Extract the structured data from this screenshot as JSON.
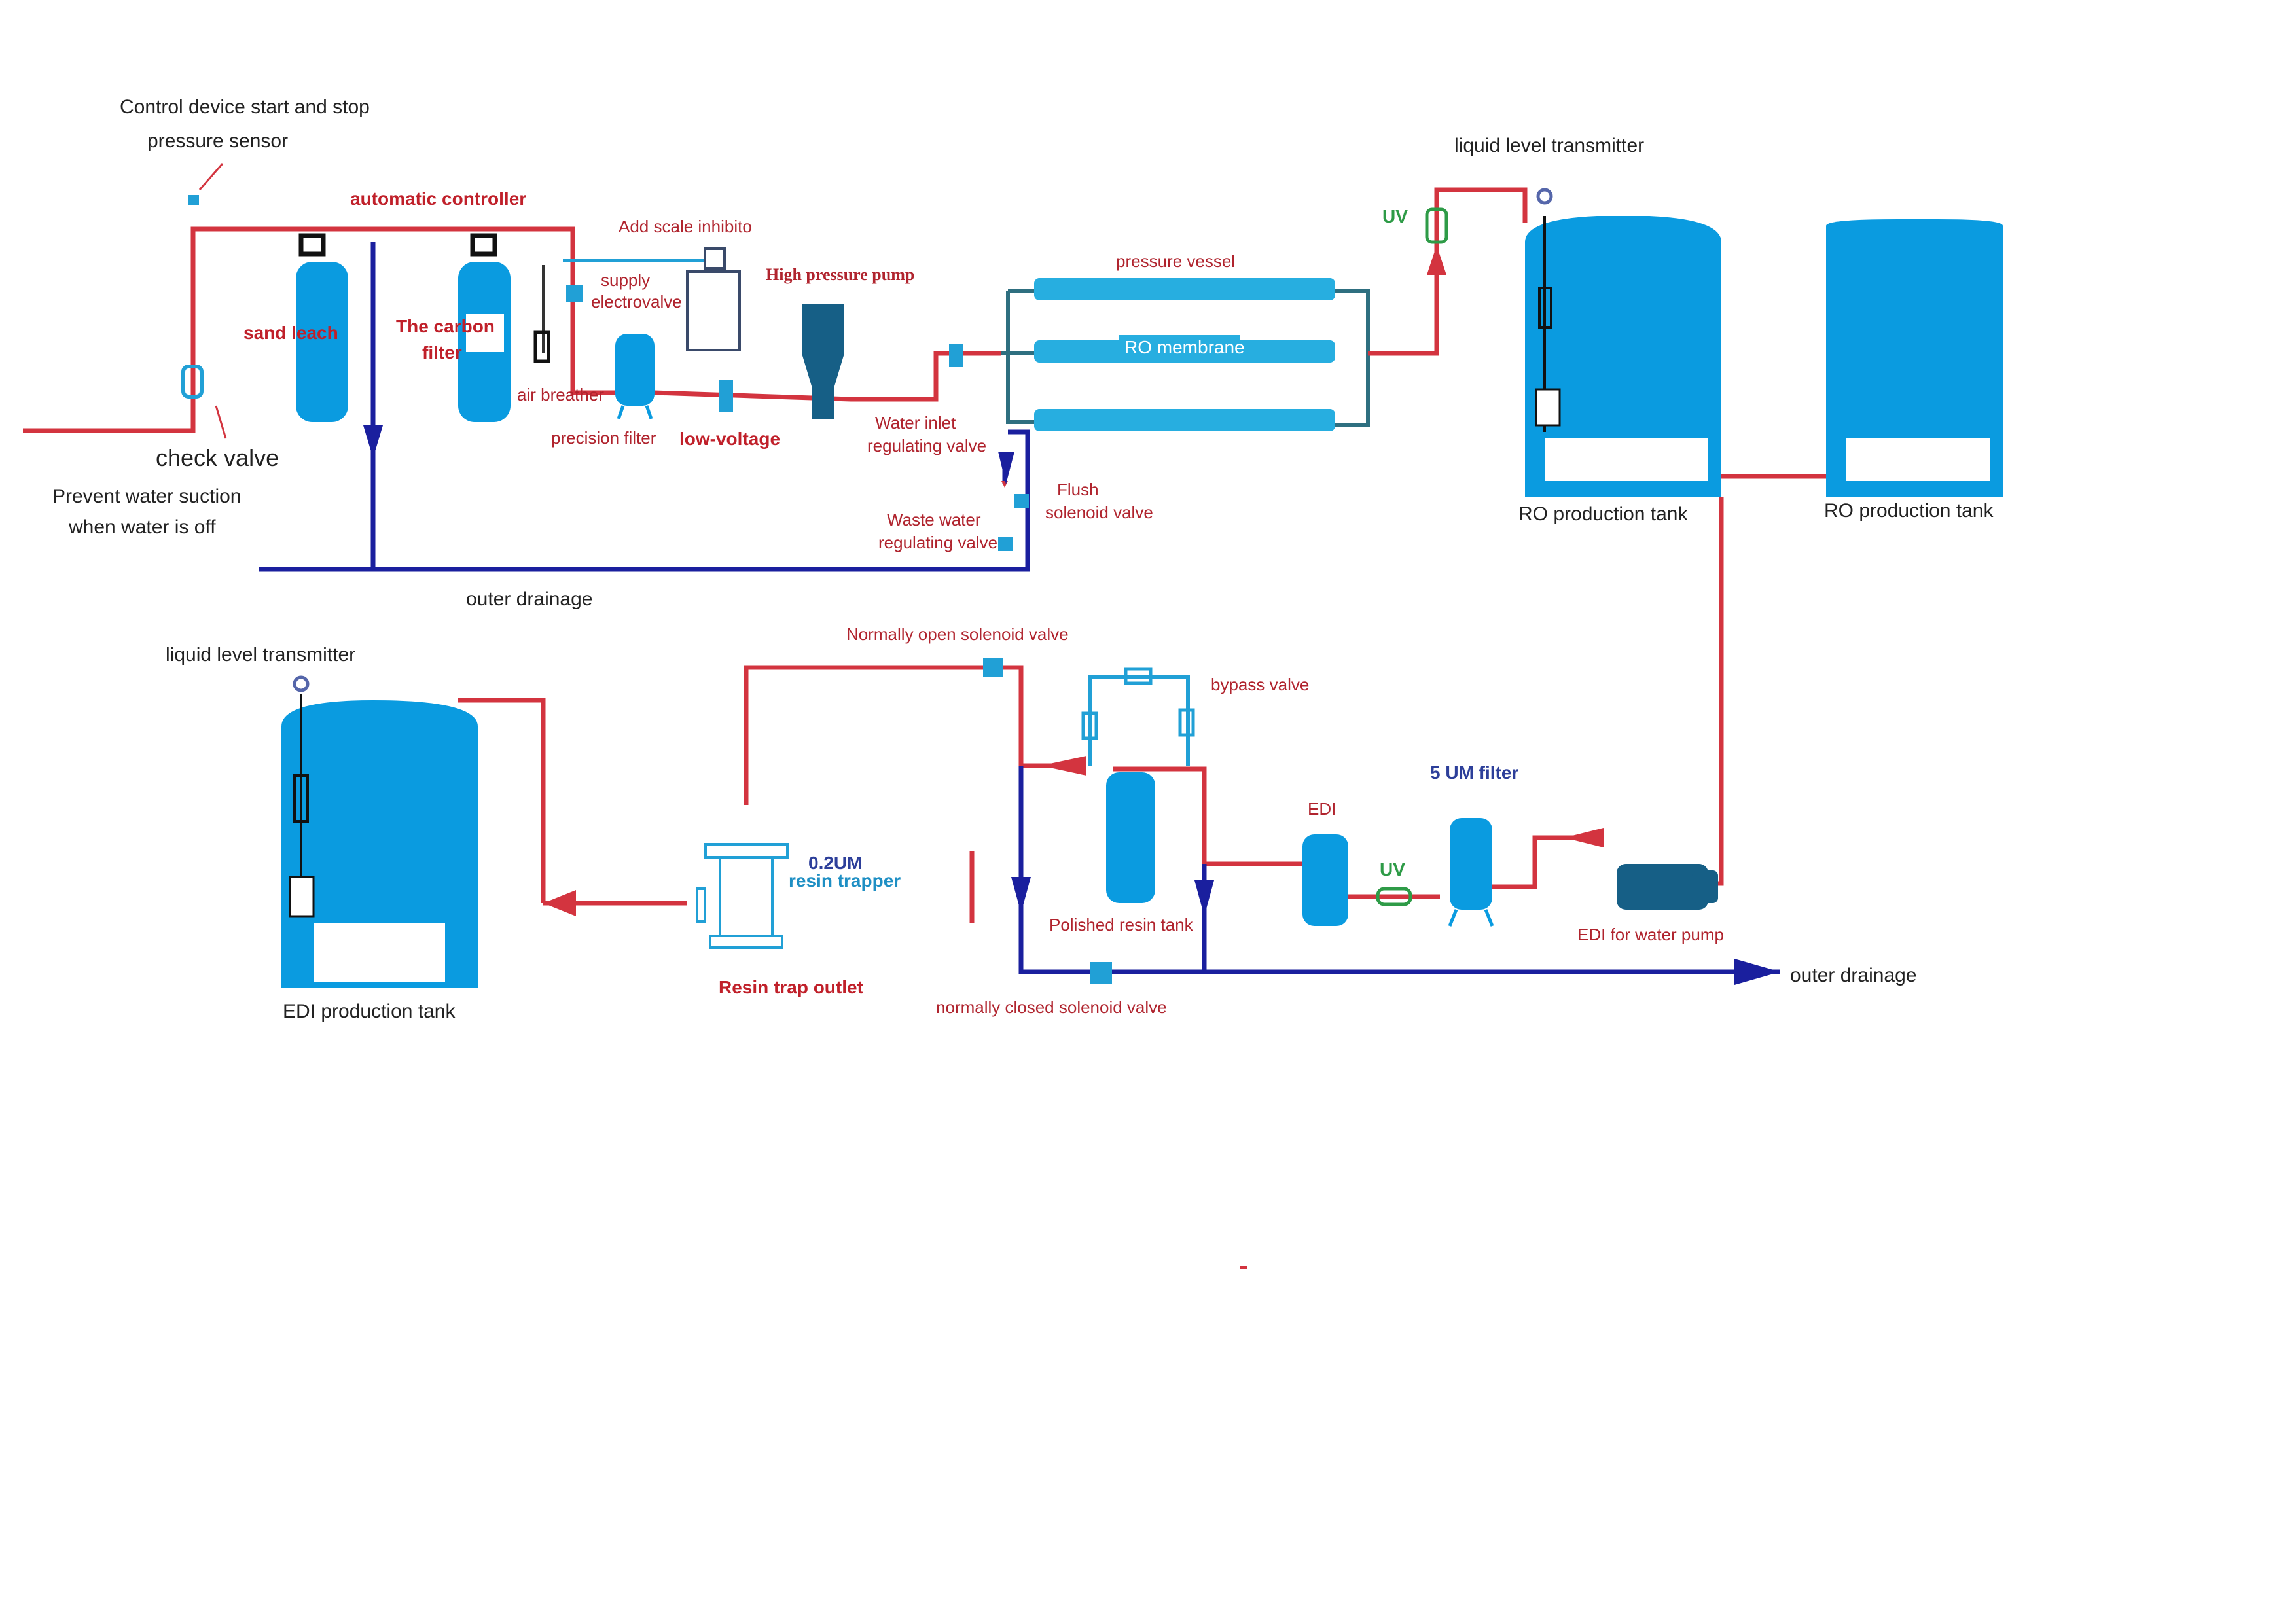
{
  "labels": {
    "control_device": "Control device start and stop",
    "pressure_sensor": "pressure sensor",
    "automatic_controller": "automatic controller",
    "check_valve": "check valve",
    "prevent_1": "Prevent water suction",
    "prevent_2": "when water is off",
    "sand_leach": "sand leach",
    "carbon_filter_1": "The carbon",
    "carbon_filter_2": "filter",
    "air_breather": "air breather",
    "add_scale_inhibitor": "Add scale inhibito",
    "supply_electrovalve_1": "supply",
    "supply_electrovalve_2": "electrovalve",
    "precision_filter": "precision filter",
    "low_voltage": "low-voltage",
    "high_pressure_pump": "High pressure pump",
    "water_inlet_1": "Water inlet",
    "water_inlet_2": "regulating valve",
    "pressure_vessel": "pressure vessel",
    "ro_membrane": "RO membrane",
    "flush_1": "Flush",
    "flush_2": "solenoid valve",
    "waste_water_1": "Waste water",
    "waste_water_2": "regulating valve",
    "outer_drainage_top": "outer drainage",
    "uv_top": "UV",
    "liquid_level_top": "liquid level transmitter",
    "ro_tank_1": "RO production tank",
    "ro_tank_2": "RO production tank",
    "liquid_level_bottom": "liquid level transmitter",
    "edi_tank": "EDI production tank",
    "normally_open": "Normally open solenoid valve",
    "bypass_valve": "bypass valve",
    "resin_um": "0.2UM",
    "resin_trapper": "resin trapper",
    "resin_trap_outlet": "Resin trap outlet",
    "polished_resin_tank": "Polished resin tank",
    "edi": "EDI",
    "uv_bottom": "UV",
    "five_um_filter": "5 UM filter",
    "edi_pump": "EDI for water pump",
    "normally_closed": "normally closed solenoid valve",
    "outer_drainage_bottom": "outer drainage"
  },
  "colors": {
    "pipe_red": "#d3343f",
    "pipe_blue": "#1a1f9e",
    "tank_blue": "#0a9be0",
    "label_red": "#b0242e",
    "label_green": "#2e9b47"
  }
}
